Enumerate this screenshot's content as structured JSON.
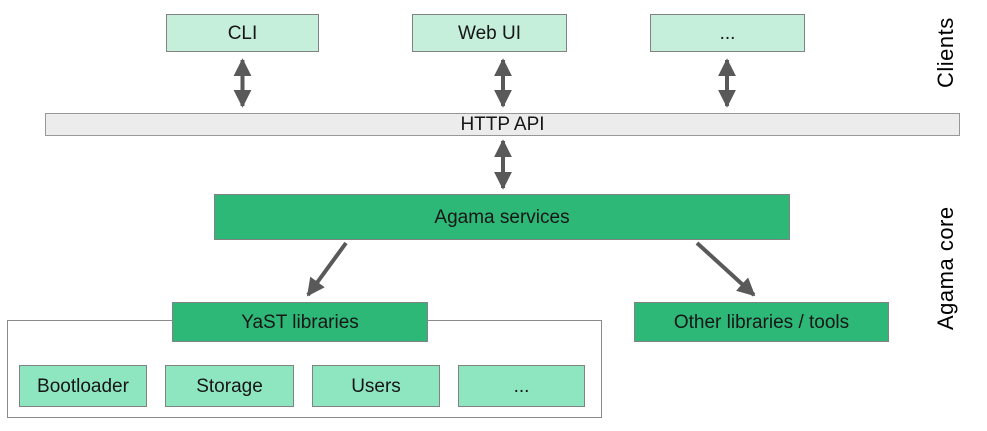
{
  "colors": {
    "box_light": "#c5eedb",
    "box_medium": "#8ee6c0",
    "box_green": "#2eb877",
    "bar_gray": "#ececec",
    "border_gray": "#828282",
    "arrow_gray": "#595959"
  },
  "clients": {
    "section_label": "Clients",
    "boxes": [
      {
        "label": "CLI"
      },
      {
        "label": "Web UI"
      },
      {
        "label": "..."
      }
    ]
  },
  "http_api": {
    "label": "HTTP API"
  },
  "core": {
    "section_label": "Agama core",
    "services_label": "Agama services",
    "yast_label": "YaST libraries",
    "other_label": "Other libraries / tools",
    "yast_modules": [
      {
        "label": "Bootloader"
      },
      {
        "label": "Storage"
      },
      {
        "label": "Users"
      },
      {
        "label": "..."
      }
    ]
  }
}
